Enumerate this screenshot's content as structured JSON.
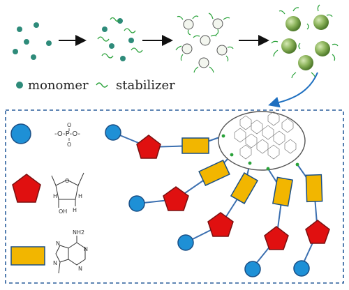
{
  "legend": {
    "monomer_label": "monomer",
    "stabilizer_label": "stabilizer"
  },
  "chemistry": {
    "phosphate_label": "-O-P-O-",
    "phosphate_oxygen": "O",
    "sugar_oxygen": "O",
    "sugar_h": "H",
    "sugar_oh": "OH",
    "base_nh2": "NH2",
    "base_n": "N"
  },
  "colors": {
    "monomer": "#2e8b7a",
    "stabilizer": "#3aa843",
    "particle": "#7fa64a",
    "phosphate": "#1e90d6",
    "sugar": "#e01010",
    "base": "#f2b600",
    "backbone": "#3b6fb0",
    "frame": "#2a5e9c"
  }
}
